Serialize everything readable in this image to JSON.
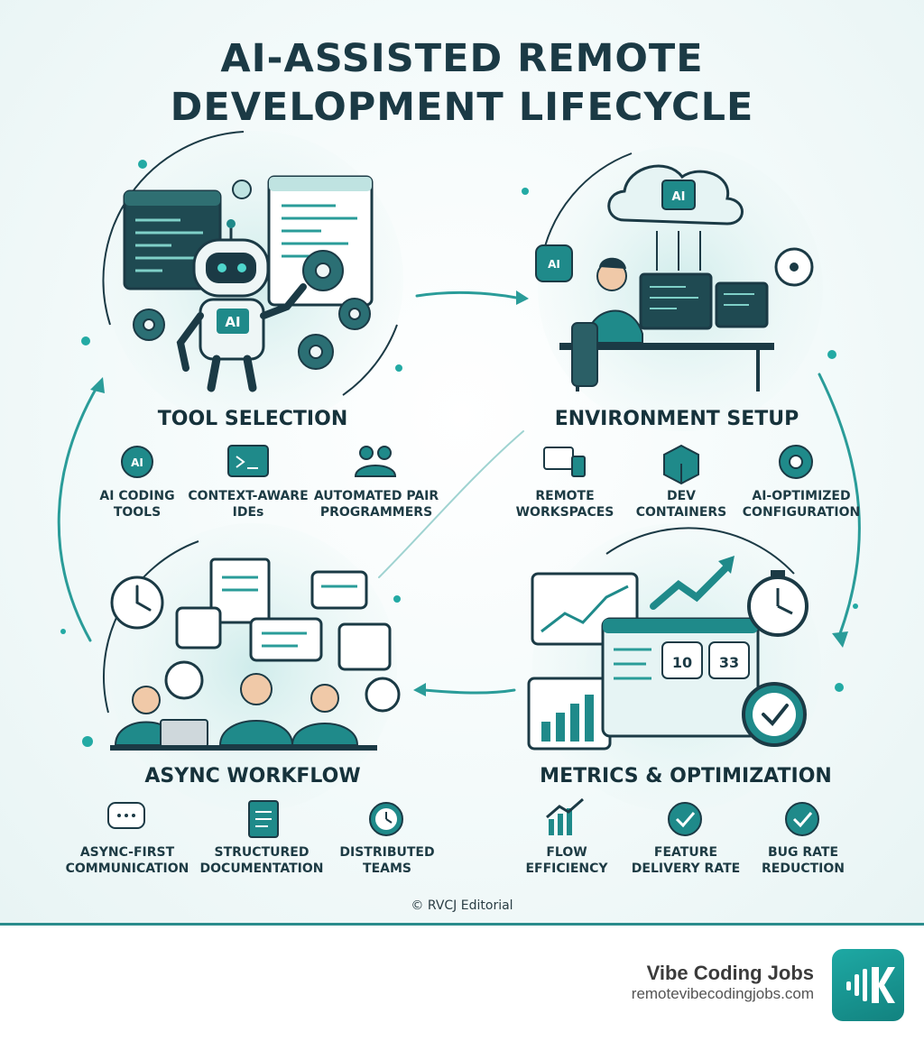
{
  "title": {
    "line1": "AI-ASSISTED REMOTE",
    "line2": "DEVELOPMENT LIFECYCLE"
  },
  "stages": {
    "tool_selection": {
      "title": "TOOL SELECTION",
      "items": [
        {
          "label": "AI CODING\nTOOLS",
          "icon": "ai-gear-icon"
        },
        {
          "label": "CONTEXT-AWARE\nIDEs",
          "icon": "terminal-window-icon"
        },
        {
          "label": "AUTOMATED PAIR\nPROGRAMMERS",
          "icon": "team-gear-icon"
        }
      ]
    },
    "environment_setup": {
      "title": "ENVIRONMENT SETUP",
      "items": [
        {
          "label": "REMOTE\nWORKSPACES",
          "icon": "devices-icon"
        },
        {
          "label": "DEV\nCONTAINERS",
          "icon": "container-box-icon"
        },
        {
          "label": "AI-OPTIMIZED\nCONFIGURATION",
          "icon": "gear-icon"
        }
      ]
    },
    "async_workflow": {
      "title": "ASYNC WORKFLOW",
      "items": [
        {
          "label": "ASYNC-FIRST\nCOMMUNICATION",
          "icon": "chat-bubble-icon"
        },
        {
          "label": "STRUCTURED\nDOCUMENTATION",
          "icon": "document-icon"
        },
        {
          "label": "DISTRIBUTED\nTEAMS",
          "icon": "clock-icon"
        }
      ]
    },
    "metrics_optimization": {
      "title": "METRICS & OPTIMIZATION",
      "items": [
        {
          "label": "FLOW\nEFFICIENCY",
          "icon": "growth-chart-icon"
        },
        {
          "label": "FEATURE\nDELIVERY RATE",
          "icon": "check-circle-icon"
        },
        {
          "label": "BUG RATE\nREDUCTION",
          "icon": "check-circle-icon"
        }
      ]
    }
  },
  "illustration_text": {
    "robot_badge": "AI",
    "cloud_chip": "AI",
    "node_chip": "AI",
    "dashboard_value_1": "10",
    "dashboard_value_2": "33"
  },
  "credit": "© RVCJ Editorial",
  "footer": {
    "brand_name": "Vibe Coding Jobs",
    "brand_url": "remotevibecodingjobs.com"
  },
  "colors": {
    "teal": "#1f8a8a",
    "teal_light": "#bfe3e1",
    "dark": "#1b3a45",
    "accent": "#23aaa4"
  }
}
